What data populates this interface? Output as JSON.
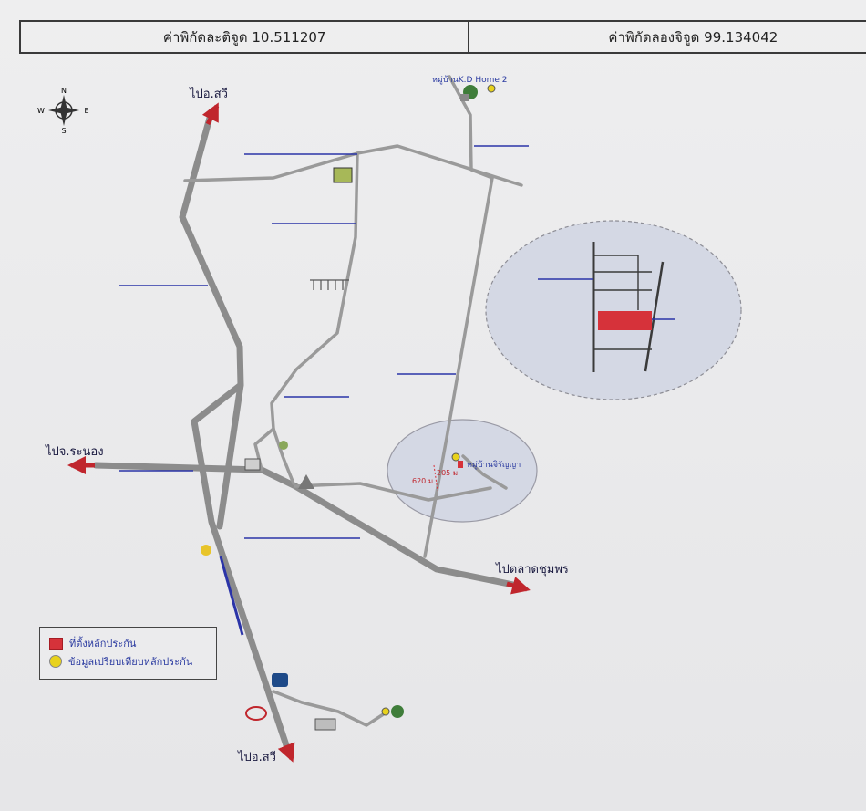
{
  "coords": {
    "latitude_label": "ค่าพิกัดละติจูด 10.511207",
    "longitude_label": "ค่าพิกัดลองจิจูด 99.134042"
  },
  "compass": {
    "north": "N",
    "south": "S",
    "east": "E",
    "west": "W"
  },
  "destinations": {
    "to_sawi_top": "ไปอ.สวี",
    "to_ranong": "ไปจ.ระนอง",
    "to_talat_chumphon": "ไปตลาดชุมพร",
    "to_sawi_bottom": "ไปอ.สวี"
  },
  "places": {
    "kd_home": "หมู่บ้านK.D Home 2",
    "charoenya_village": "หมู่บ้านจิรัญญา",
    "distance_205": "205 ม.",
    "distance_620": "620 ม."
  },
  "legend": {
    "collateral_location": "ที่ตั้งหลักประกัน",
    "comparison_data": "ข้อมูลเปรียบเทียบหลักประกัน"
  },
  "colors": {
    "road": "#8c8c8c",
    "road_minor": "#9a9a9a",
    "label_blue": "#2a3aa0",
    "arrow_red": "#c0262d",
    "collateral_red": "#d6323a",
    "marker_yellow": "#e8d21c",
    "zoom_fill": "#d4d8e4",
    "highway_blue": "#2b34a8"
  }
}
